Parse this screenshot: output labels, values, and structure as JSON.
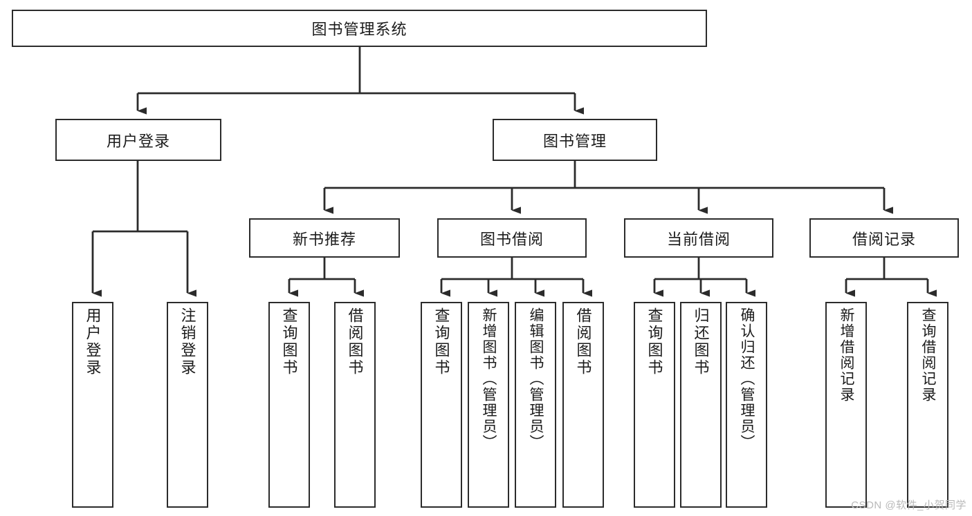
{
  "diagram": {
    "title": "图书管理系统",
    "root": {
      "label": "图书管理系统"
    },
    "level2": [
      {
        "label": "用户登录"
      },
      {
        "label": "图书管理"
      }
    ],
    "level3": [
      {
        "label": "新书推荐"
      },
      {
        "label": "图书借阅"
      },
      {
        "label": "当前借阅"
      },
      {
        "label": "借阅记录"
      }
    ],
    "leaves": {
      "user_login": [
        {
          "label": "用户登录"
        },
        {
          "label": "注销登录"
        }
      ],
      "new_book": [
        {
          "label": "查询图书"
        },
        {
          "label": "借阅图书"
        }
      ],
      "book_borrow": [
        {
          "label": "查询图书"
        },
        {
          "label": "新增图书（管理员）"
        },
        {
          "label": "编辑图书（管理员）"
        },
        {
          "label": "借阅图书"
        }
      ],
      "current_borrow": [
        {
          "label": "查询图书"
        },
        {
          "label": "归还图书"
        },
        {
          "label": "确认归还（管理员）"
        }
      ],
      "borrow_record": [
        {
          "label": "新增借阅记录"
        },
        {
          "label": "查询借阅记录"
        }
      ]
    }
  },
  "watermark": {
    "text": "CSDN @软件_小贺同学"
  },
  "colors": {
    "stroke": "#2b2b2b",
    "fill": "#ffffff",
    "text": "#1b1b1b",
    "watermark": "#b9b9b9"
  }
}
